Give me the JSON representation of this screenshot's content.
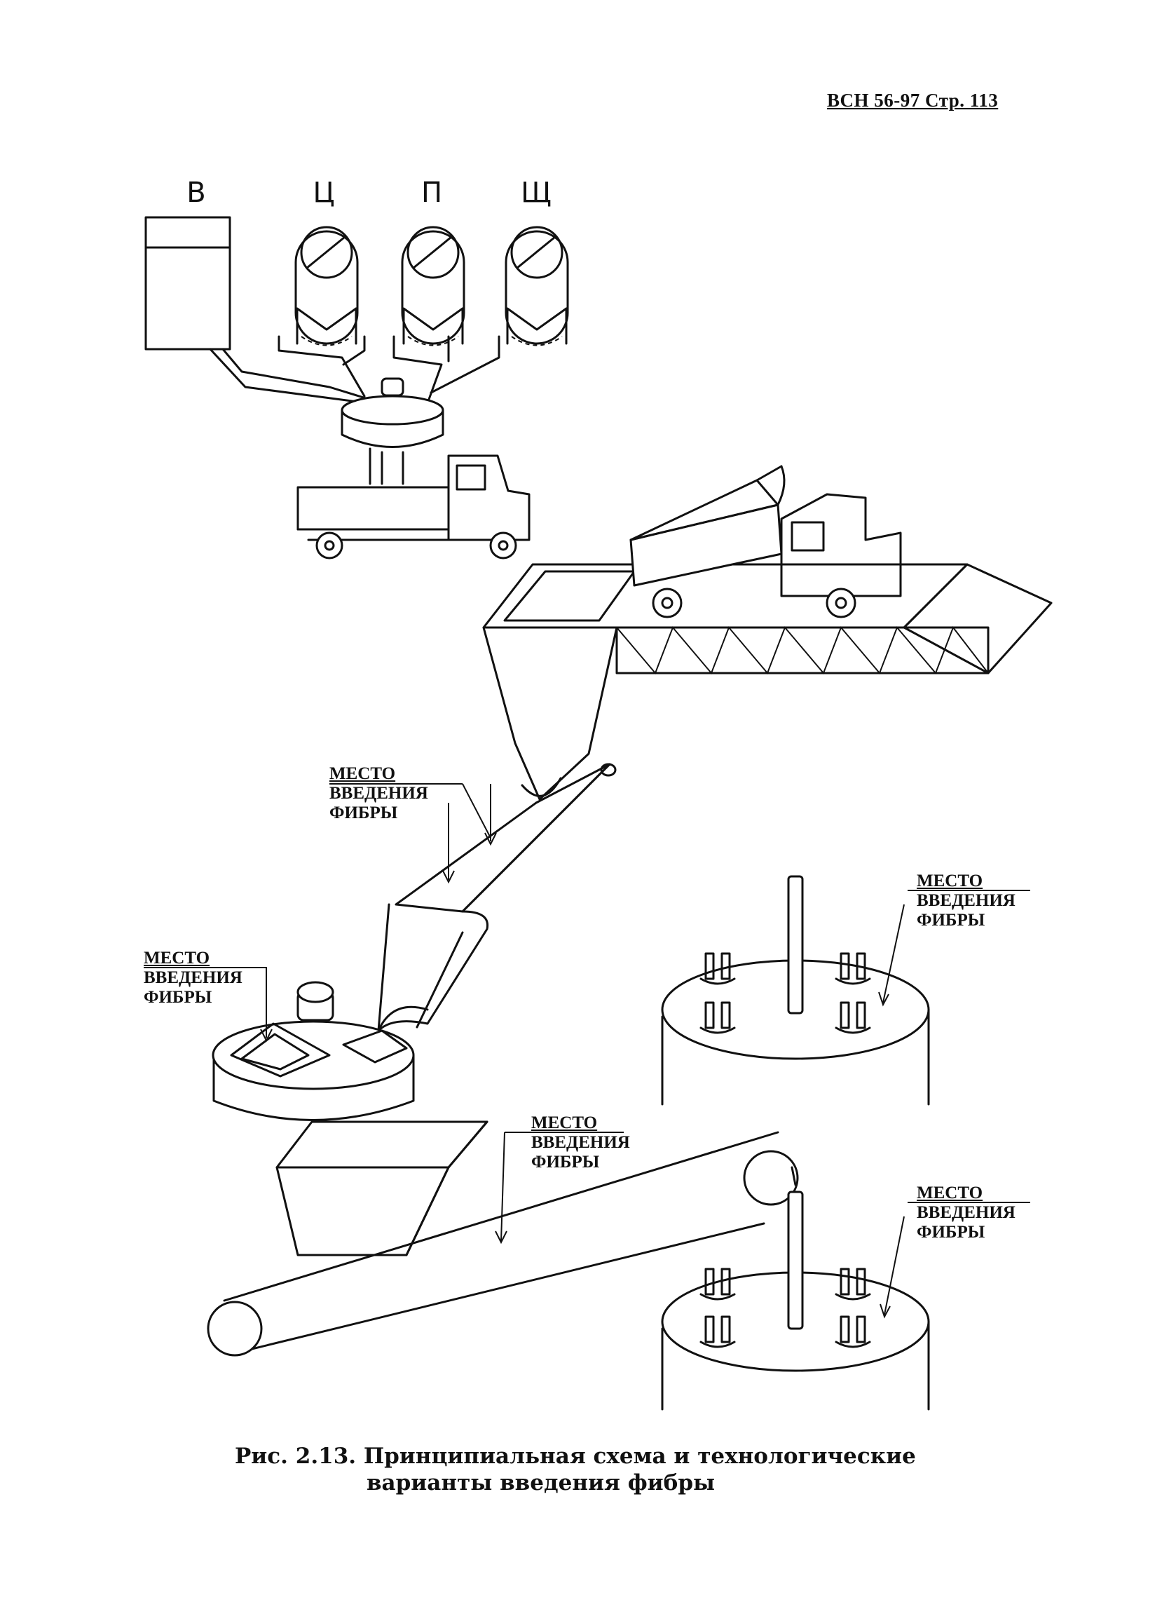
{
  "header": {
    "doc_ref": "ВСН 56-97 Стр. 113"
  },
  "bins": [
    {
      "letter": "В"
    },
    {
      "letter": "Ц"
    },
    {
      "letter": "П"
    },
    {
      "letter": "Щ"
    }
  ],
  "labels": {
    "fiber_entry": {
      "line1": "МЕСТО",
      "line2": "ВВЕДЕНИЯ",
      "line3": "ФИБРЫ"
    }
  },
  "caption": {
    "line1": "Рис. 2.13. Принципиальная схема и технологические",
    "line2": "варианты введения фибры"
  }
}
